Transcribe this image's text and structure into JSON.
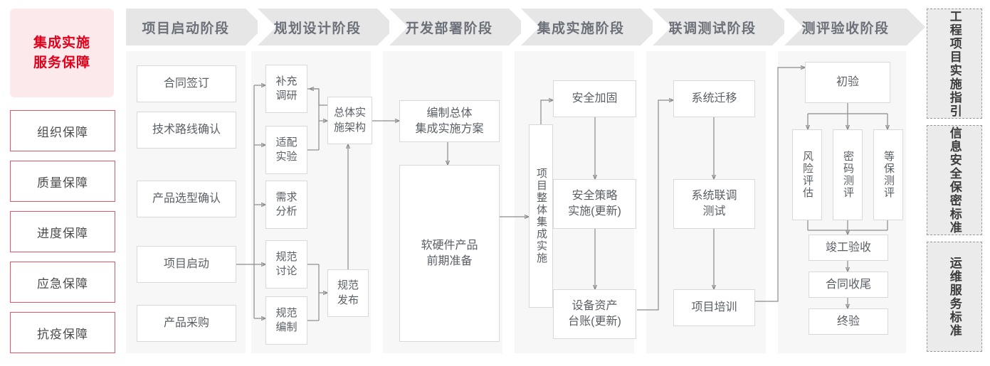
{
  "sidebar": {
    "title": "集成实施\n服务保障",
    "title_line1": "集成实施",
    "title_line2": "服务保障",
    "accent_color": "#e2001a",
    "title_bg": "#fce9ec",
    "item_border": "#e2566c",
    "items": [
      {
        "label": "组织保障"
      },
      {
        "label": "质量保障"
      },
      {
        "label": "进度保障"
      },
      {
        "label": "应急保障"
      },
      {
        "label": "抗疫保障"
      }
    ]
  },
  "phases": [
    {
      "id": "p1",
      "title": "项目启动阶段"
    },
    {
      "id": "p2",
      "title": "规划设计阶段"
    },
    {
      "id": "p3",
      "title": "开发部署阶段"
    },
    {
      "id": "p4",
      "title": "集成实施阶段"
    },
    {
      "id": "p5",
      "title": "联调测试阶段"
    },
    {
      "id": "p6",
      "title": "测评验收阶段"
    }
  ],
  "nodes": {
    "n1_1": "合同签订",
    "n1_2": "技术路线确认",
    "n1_3": "产品选型确认",
    "n1_4": "项目启动",
    "n1_5": "产品采购",
    "n2_1": "补充\n调研",
    "n2_1a": "补充",
    "n2_1b": "调研",
    "n2_2a": "适配",
    "n2_2b": "实验",
    "n2_3a": "需求",
    "n2_3b": "分析",
    "n2_4a": "规范",
    "n2_4b": "讨论",
    "n2_5a": "规范",
    "n2_5b": "编制",
    "n2_6a": "总体实",
    "n2_6b": "施架构",
    "n2_7a": "规范",
    "n2_7b": "发布",
    "n3_1a": "编制总体",
    "n3_1b": "集成实施方案",
    "n3_2a": "软硬件产品",
    "n3_2b": "前期准备",
    "n4_0": "项目整体集成实施",
    "n4_1": "安全加固",
    "n4_2a": "安全策略",
    "n4_2b": "实施(更新)",
    "n4_3a": "设备资产",
    "n4_3b": "台账(更新)",
    "n5_1": "系统迁移",
    "n5_2a": "系统联调",
    "n5_2b": "测试",
    "n5_3": "项目培训",
    "n6_1": "初验",
    "n6_2": "风险评估",
    "n6_3": "密码测评",
    "n6_4": "等保测评",
    "n6_5": "竣工验收",
    "n6_6": "合同收尾",
    "n6_7": "终验"
  },
  "standards": [
    {
      "label": "工程项目实施指引"
    },
    {
      "label": "信息安全保密标准"
    },
    {
      "label": "运维服务标准"
    }
  ],
  "theme": {
    "column_bg": "#f7f7f7",
    "header_bg": "#e6e6e6",
    "header_text": "#6b7079",
    "node_border": "#d9d9d9",
    "node_text": "#5a5f66",
    "wire": "#8c8c8c"
  }
}
